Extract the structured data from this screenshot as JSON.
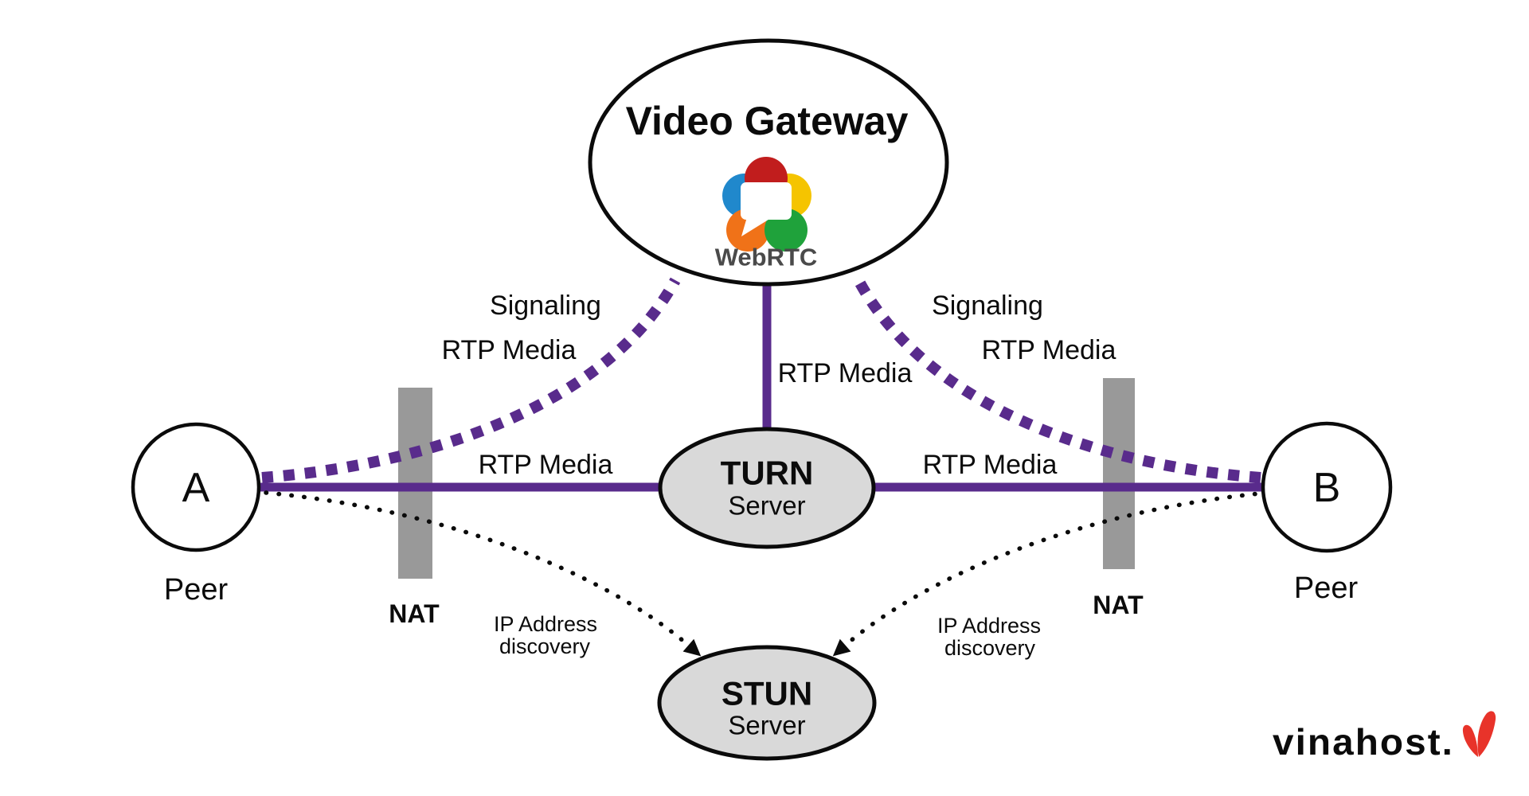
{
  "diagram": {
    "video_gateway": {
      "title": "Video Gateway",
      "logo_label": "WebRTC"
    },
    "turn_server": {
      "name": "TURN",
      "type": "Server"
    },
    "stun_server": {
      "name": "STUN",
      "type": "Server"
    },
    "peer_a": {
      "id": "A",
      "label": "Peer"
    },
    "peer_b": {
      "id": "B",
      "label": "Peer"
    },
    "nat_left": {
      "label": "NAT"
    },
    "nat_right": {
      "label": "NAT"
    },
    "edge_labels": {
      "left_signaling": "Signaling",
      "left_rtp_media_upper": "RTP Media",
      "right_signaling": "Signaling",
      "right_rtp_media_upper": "RTP Media",
      "center_rtp_media": "RTP Media",
      "a_to_turn_rtp_media": "RTP Media",
      "turn_to_b_rtp_media": "RTP Media",
      "left_ip_discovery": {
        "line1": "IP Address",
        "line2": "discovery"
      },
      "right_ip_discovery": {
        "line1": "IP Address",
        "line2": "discovery"
      }
    },
    "watermark": {
      "text": "vinahost."
    },
    "colors": {
      "link_purple": "#592B8C",
      "nat_gray": "#999999",
      "server_fill": "#D9D9D9",
      "outline_black": "#0b0b0b",
      "webrtc_text_gray": "#4a4a4a",
      "webrtc_logo": {
        "red": "#C11D1D",
        "blue": "#2088CC",
        "yellow": "#F5C400",
        "orange": "#F07218",
        "green": "#1FA23B"
      },
      "watermark_orange": "#F0883C",
      "watermark_red": "#E8332A"
    }
  }
}
